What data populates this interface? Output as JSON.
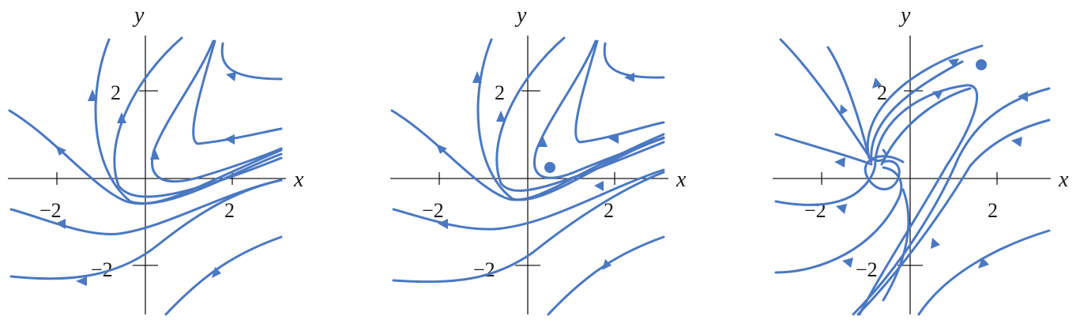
{
  "chart_data": [
    {
      "type": "diagram",
      "panel": "left",
      "x_label": "x",
      "y_label": "y",
      "x_tick_labels": [
        "−2",
        "2"
      ],
      "y_tick_labels": [
        "2",
        "−2"
      ],
      "equilibrium_point": null
    },
    {
      "type": "diagram",
      "panel": "middle",
      "x_label": "x",
      "y_label": "y",
      "x_tick_labels": [
        "−2",
        "2"
      ],
      "y_tick_labels": [
        "2",
        "−2"
      ],
      "equilibrium_point": [
        0.5,
        0.25
      ]
    },
    {
      "type": "diagram",
      "panel": "right",
      "x_label": "x",
      "y_label": "y",
      "x_tick_labels": [
        "−2",
        "2"
      ],
      "y_tick_labels": [
        "2",
        "−2"
      ],
      "equilibrium_point": [
        1.6,
        2.6
      ]
    }
  ],
  "colors": {
    "curve": "#4a78c2",
    "axis": "#1a1a1a"
  }
}
